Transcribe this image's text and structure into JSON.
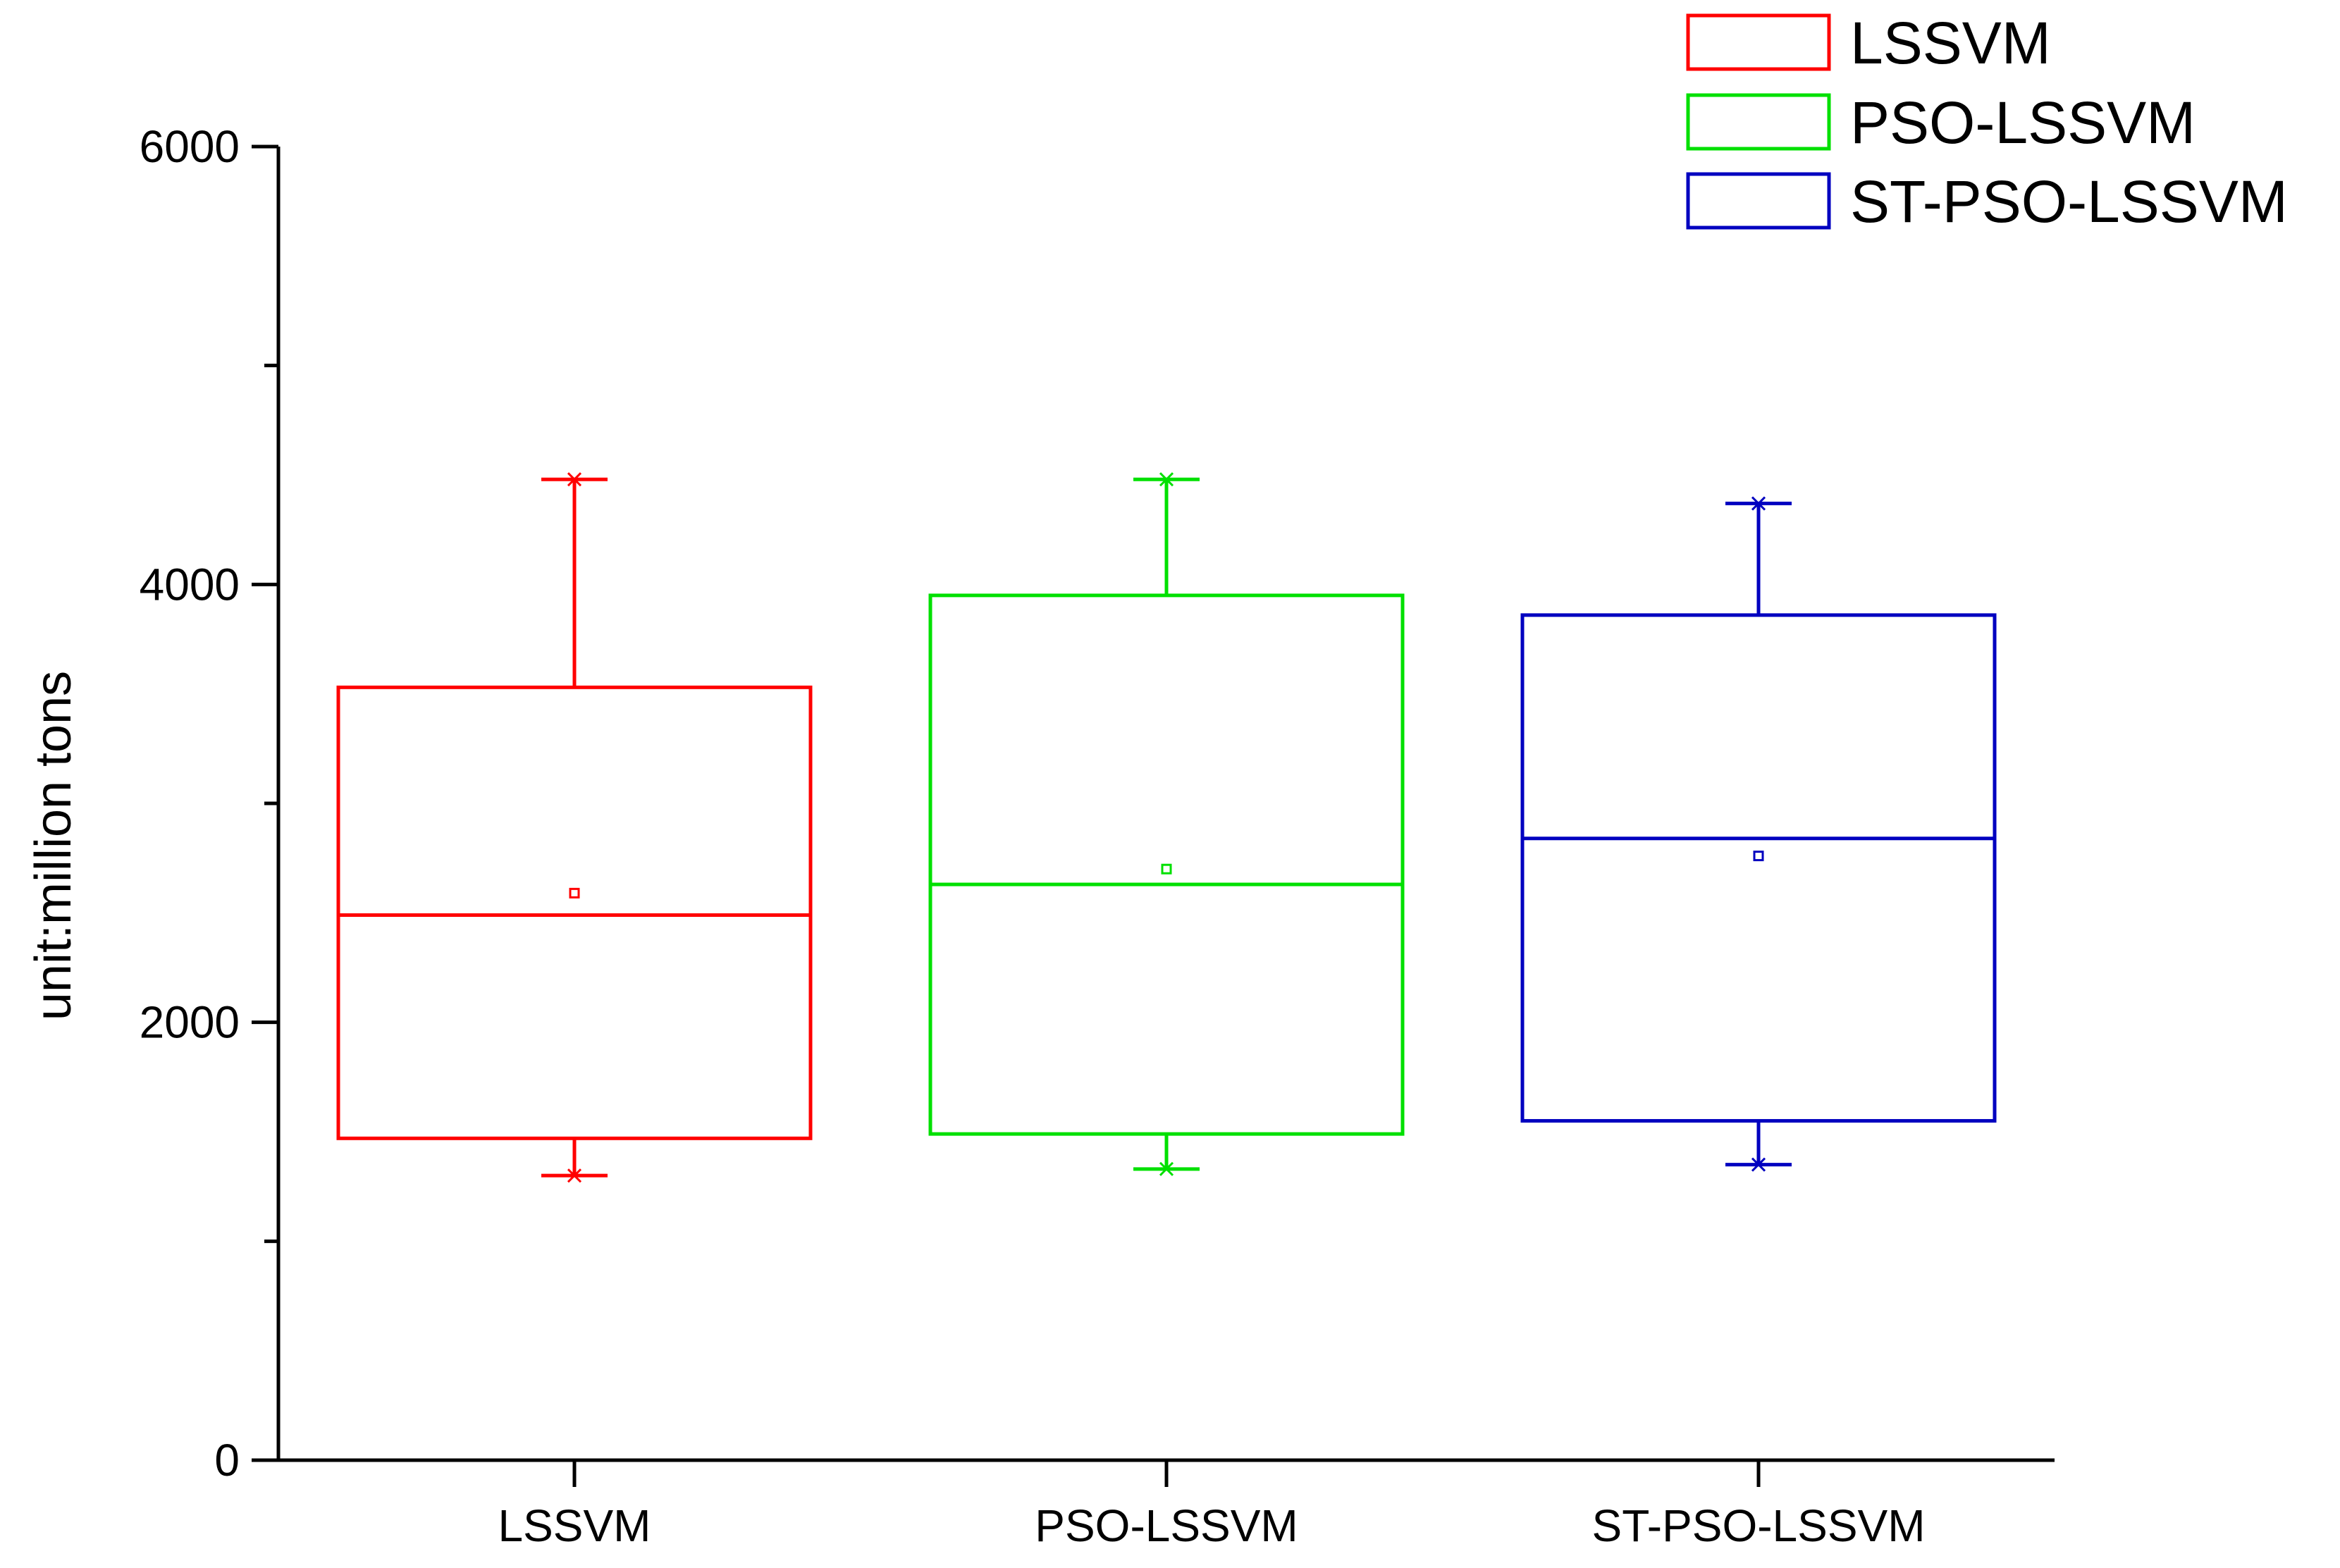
{
  "chart_data": {
    "type": "box",
    "title": "",
    "xlabel": "",
    "ylabel": "unit:million tons",
    "ylim": [
      0,
      6000
    ],
    "y_ticks": [
      0,
      2000,
      4000,
      6000
    ],
    "y_minor_ticks": [
      1000,
      3000,
      5000
    ],
    "grid": false,
    "legend_position": "top-right",
    "categories": [
      "LSSVM",
      "PSO-LSSVM",
      "ST-PSO-LSSVM"
    ],
    "series": [
      {
        "name": "LSSVM",
        "color": "#ff0000",
        "min": 1300,
        "q1": 1470,
        "median": 2490,
        "q3": 3530,
        "max": 4480,
        "mean": 2590
      },
      {
        "name": "PSO-LSSVM",
        "color": "#00e000",
        "min": 1330,
        "q1": 1490,
        "median": 2630,
        "q3": 3950,
        "max": 4480,
        "mean": 2700
      },
      {
        "name": "ST-PSO-LSSVM",
        "color": "#0000c0",
        "min": 1350,
        "q1": 1550,
        "median": 2840,
        "q3": 3860,
        "max": 4370,
        "mean": 2760
      }
    ]
  }
}
